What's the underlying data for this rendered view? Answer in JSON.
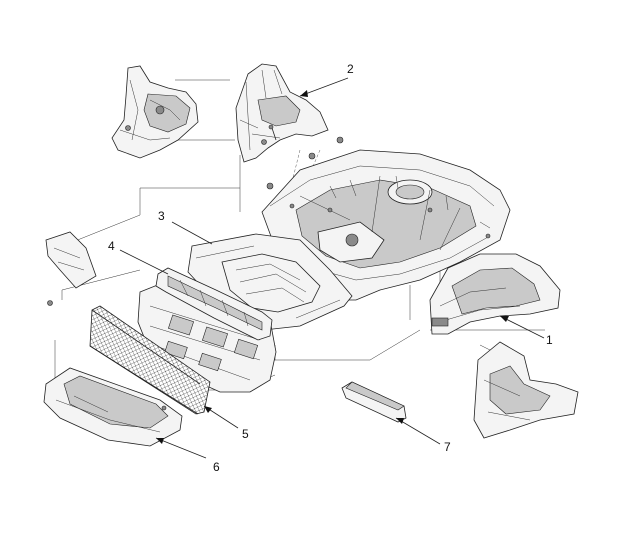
{
  "callouts": {
    "c1": "1",
    "c2": "2",
    "c3": "3",
    "c4": "4",
    "c5": "5",
    "c6": "6",
    "c7": "7"
  },
  "colors": {
    "line": "#222222",
    "fill": "#f4f4f4",
    "shade": "#8a8a8a"
  }
}
